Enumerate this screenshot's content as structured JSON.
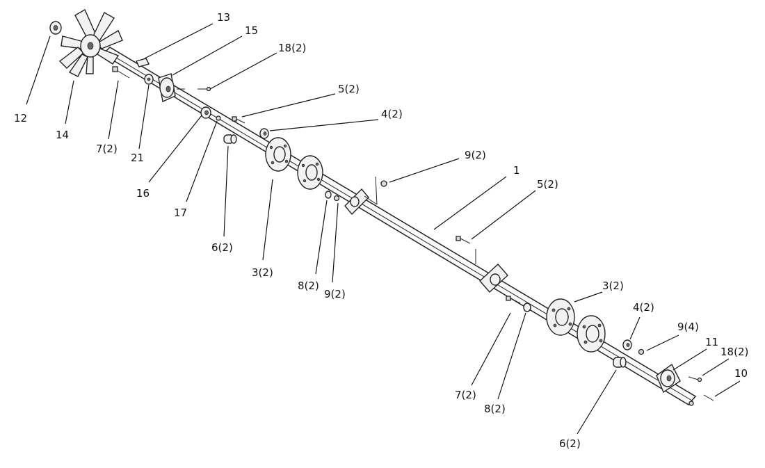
{
  "labels": {
    "l13": "13",
    "l15": "15",
    "l18a": "18(2)",
    "l5a": "5(2)",
    "l4a": "4(2)",
    "l9a": "9(2)",
    "l1": "1",
    "l5b": "5(2)",
    "l12": "12",
    "l14": "14",
    "l7a": "7(2)",
    "l21": "21",
    "l16": "16",
    "l17": "17",
    "l6a": "6(2)",
    "l3a": "3(2)",
    "l8a": "8(2)",
    "l9b": "9(2)",
    "l3b": "3(2)",
    "l4b": "4(2)",
    "l9c": "9(4)",
    "l11": "11",
    "l18b": "18(2)",
    "l10": "10",
    "l7b": "7(2)",
    "l8b": "8(2)",
    "l6b": "6(2)"
  }
}
